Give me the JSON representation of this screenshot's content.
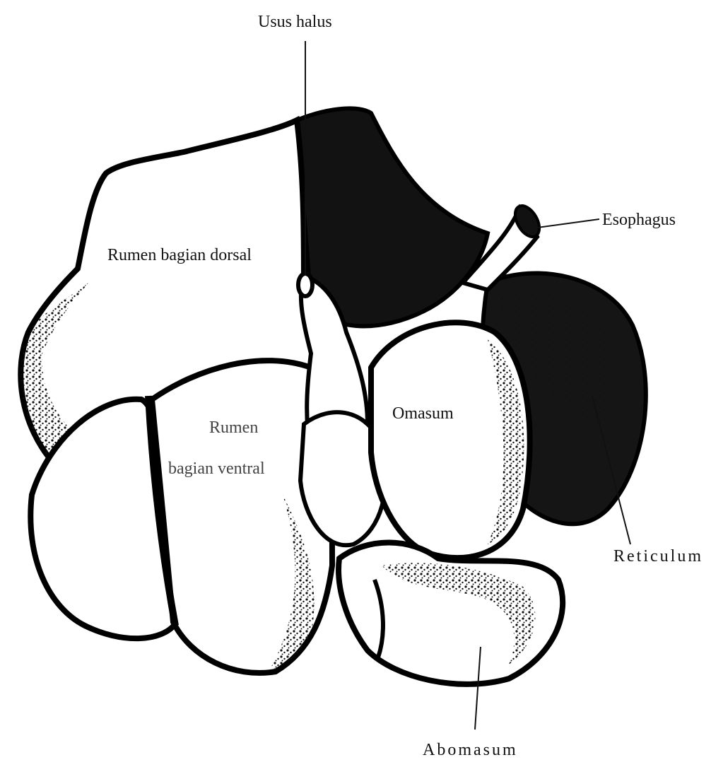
{
  "diagram": {
    "labels": {
      "usus_halus": "Usus halus",
      "esophagus": "Esophagus",
      "rumen_dorsal": "Rumen bagian dorsal",
      "rumen_ventral_line1": "Rumen",
      "rumen_ventral_line2": "bagian ventral",
      "omasum": "Omasum",
      "reticulum": "Reticulum",
      "abomasum": "Abomasum"
    },
    "colors": {
      "ink": "#111111",
      "paper": "#ffffff"
    }
  }
}
